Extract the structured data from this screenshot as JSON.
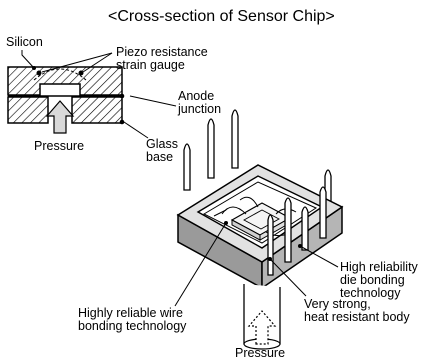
{
  "title": "<Cross-section of Sensor Chip>",
  "cross_section": {
    "silicon": "Silicon",
    "piezo": "Piezo resistance\nstrain gauge",
    "anode": "Anode\njunction",
    "pressure": "Pressure",
    "glass": "Glass\nbase"
  },
  "package": {
    "die_bonding": "High reliability\ndie bonding\ntechnology",
    "wire_bonding": "Highly reliable wire\nbonding technology",
    "body": "Very strong,\nheat resistant body",
    "pressure": "Pressure"
  }
}
